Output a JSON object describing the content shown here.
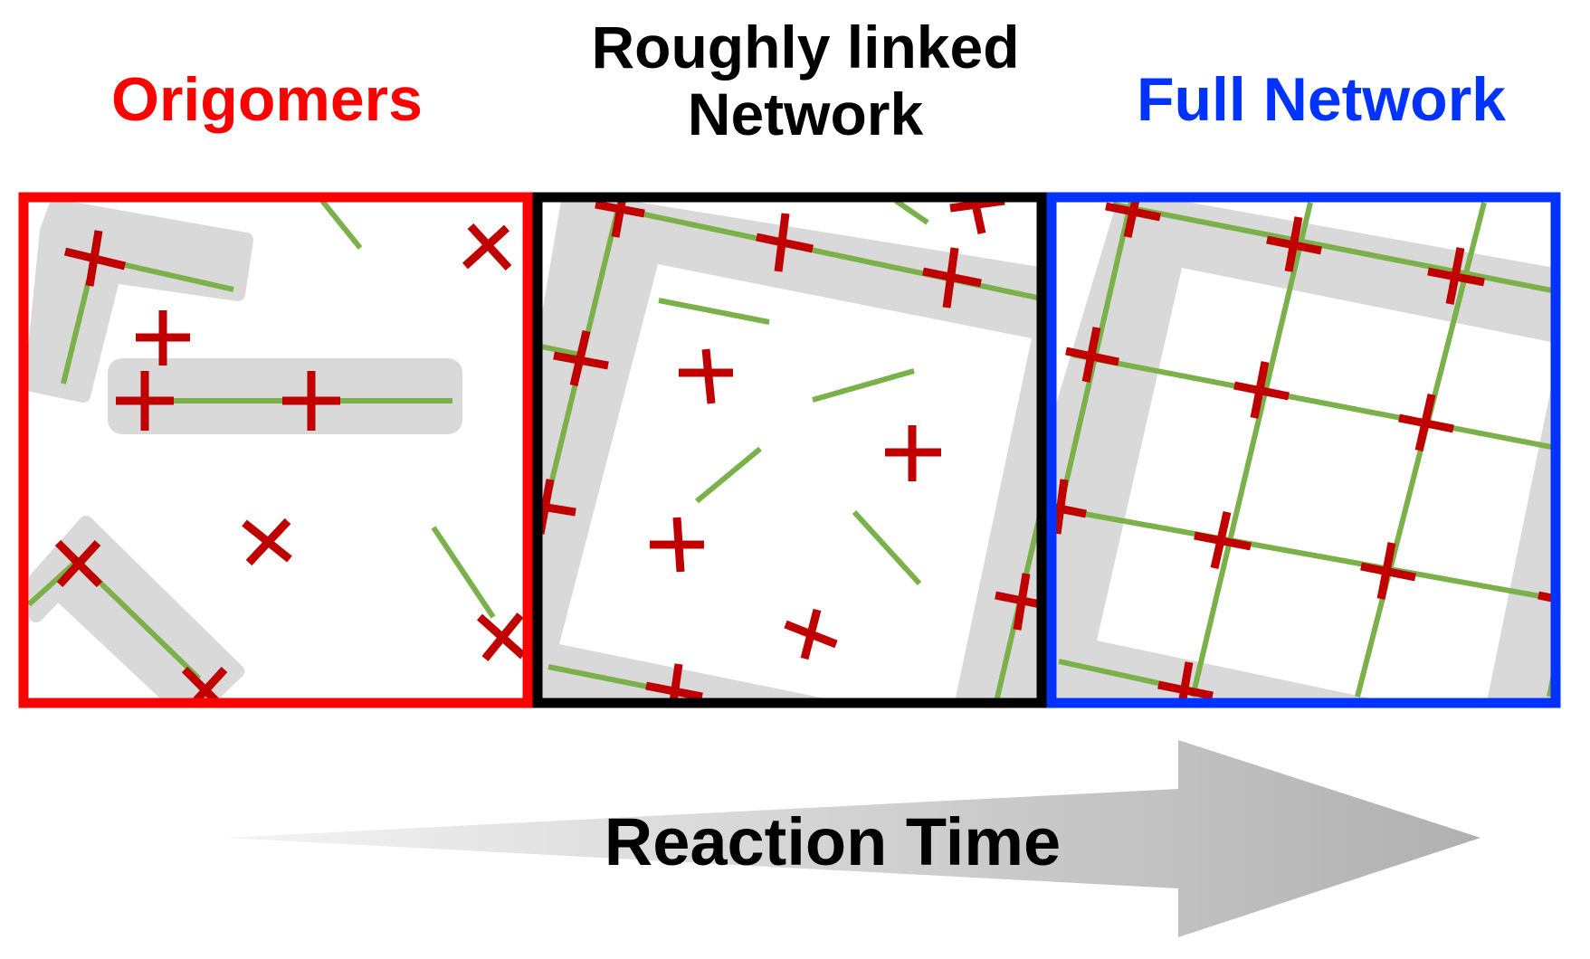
{
  "headings": {
    "stage1": "Origomers",
    "stage2": "Roughly linked\nNetwork",
    "stage3": "Full Network"
  },
  "arrow": {
    "label": "Reaction Time"
  },
  "colors": {
    "stage1": "#ff0000",
    "stage2": "#000000",
    "stage3": "#0033ff",
    "crosslinker": "#c00000",
    "strand": "#7bb14b",
    "cluster": "#d9d9d9",
    "arrow_light": "#ececec",
    "arrow_dark": "#b4b4b4"
  }
}
